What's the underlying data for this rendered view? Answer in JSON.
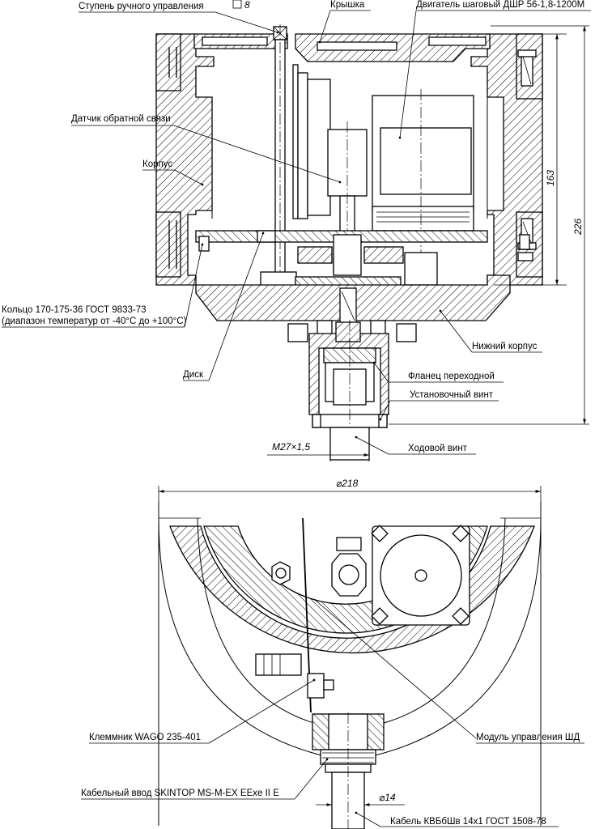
{
  "labels": {
    "manual_stage": "Ступень ручного управления",
    "manual_size": "8",
    "cover": "Крышка",
    "motor": "Двигатель шаговый ДШР 56-1,8-1200М",
    "feedback": "Датчик обратной связи",
    "body": "Корпус",
    "ring_line1": "Кольцо 170-175-36 ГОСТ 9833-73",
    "ring_line2": "(диапазон температур от -40°С до +100°С)",
    "lower_body": "Нижний корпус",
    "disk": "Диск",
    "flange": "Фланец переходной",
    "set_screw": "Установочный винт",
    "lead_screw": "Ходовой винт",
    "terminal": "Клеммник WAGO 235-401",
    "control_module": "Модуль управления ШД",
    "cable_entry": "Кабельный ввод SKINTOP MS-M-EX EExe II E",
    "cable": "Кабель КВБбШв 14х1 ГОСТ 1508-78"
  },
  "dimensions": {
    "h163": "163",
    "h226": "226",
    "thread": "M27×1,5",
    "d218": "⌀218",
    "d14": "⌀14"
  }
}
